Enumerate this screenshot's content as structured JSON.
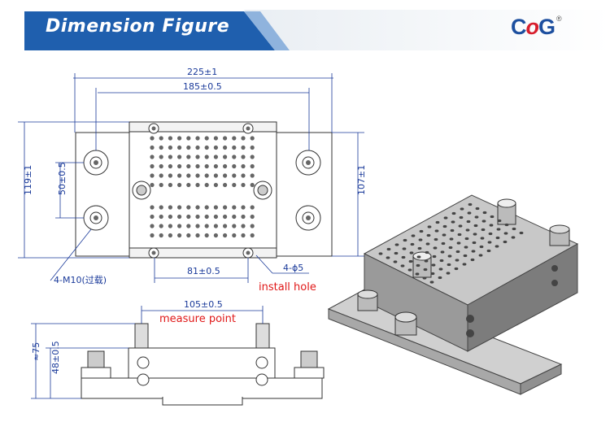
{
  "header": {
    "title": "Dimension Figure",
    "logo_left": "C",
    "logo_mid": "o",
    "logo_right": "G",
    "logo_mark": "®",
    "colors": {
      "banner": "#1f5fae",
      "banner_light": "#2f7ad6",
      "logo_blue": "#1d4f9f",
      "logo_red": "#d71e2c"
    }
  },
  "top_view": {
    "dim_overall_width": "225±1",
    "dim_bolt_spacing": "185±0.5",
    "dim_overall_height": "119±1",
    "dim_bolt_vertical": "50±0.5",
    "dim_body_height": "107±1",
    "dim_hole_spacing": "81±0.5",
    "label_bolts": "4-M10(过载)",
    "label_holes": "4-ϕ5",
    "note_install_hole": "install hole"
  },
  "side_view": {
    "dim_measure_spacing": "105±0.5",
    "dim_total_height": "≈75",
    "dim_body_height": "48±0.5",
    "note_measure_point": "measure point"
  }
}
